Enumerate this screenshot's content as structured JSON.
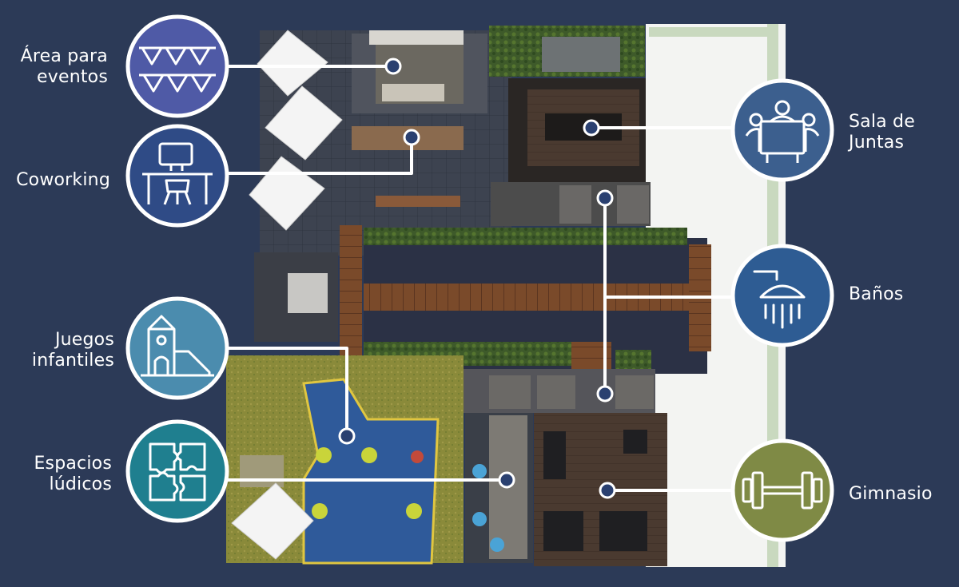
{
  "colors": {
    "background": "#2c3a57",
    "connector": "#ffffff",
    "events_icon": "#4f5aa6",
    "coworking_icon": "#2f4b86",
    "meeting_icon": "#3c5f8e",
    "bathrooms_icon": "#2e5c93",
    "kids_icon": "#4b8cae",
    "play_icon": "#1f7f8f",
    "gym_icon": "#7f8a45"
  },
  "amenities": [
    {
      "id": "eventos",
      "line1": "Área para",
      "line2": "eventos",
      "icon": "bunting-flags-icon"
    },
    {
      "id": "coworking",
      "line1": "Coworking",
      "line2": "",
      "icon": "desk-chair-monitor-icon"
    },
    {
      "id": "juntas",
      "line1": "Sala de",
      "line2": "Juntas",
      "icon": "meeting-table-icon"
    },
    {
      "id": "banos",
      "line1": "Baños",
      "line2": "",
      "icon": "shower-head-icon"
    },
    {
      "id": "juegos",
      "line1": "Juegos",
      "line2": "infantiles",
      "icon": "playground-slide-icon"
    },
    {
      "id": "ludicos",
      "line1": "Espacios",
      "line2": "lúdicos",
      "icon": "puzzle-pieces-icon"
    },
    {
      "id": "gimnasio",
      "line1": "Gimnasio",
      "line2": "",
      "icon": "dumbbell-icon"
    }
  ]
}
